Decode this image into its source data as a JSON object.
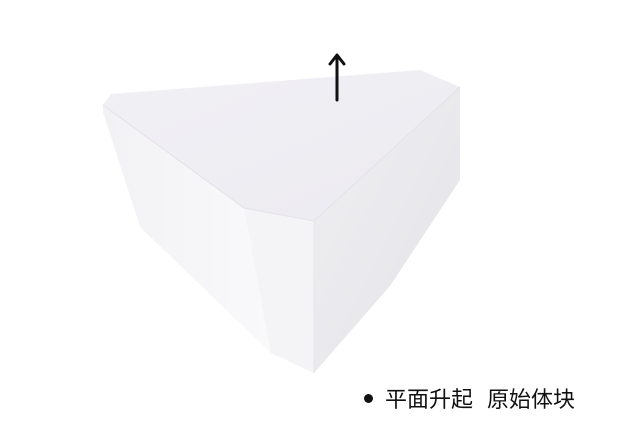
{
  "scene": {
    "object": "extruded-triangular-block",
    "arrow_direction": "up",
    "colors": {
      "top_face": "#f0eff4",
      "left_face": "#f6f6f8",
      "right_face": "#e9e9ec",
      "edge": "#dcdce2",
      "arrow": "#111111"
    }
  },
  "caption": {
    "part1": "平面升起",
    "part2": "原始体块"
  }
}
